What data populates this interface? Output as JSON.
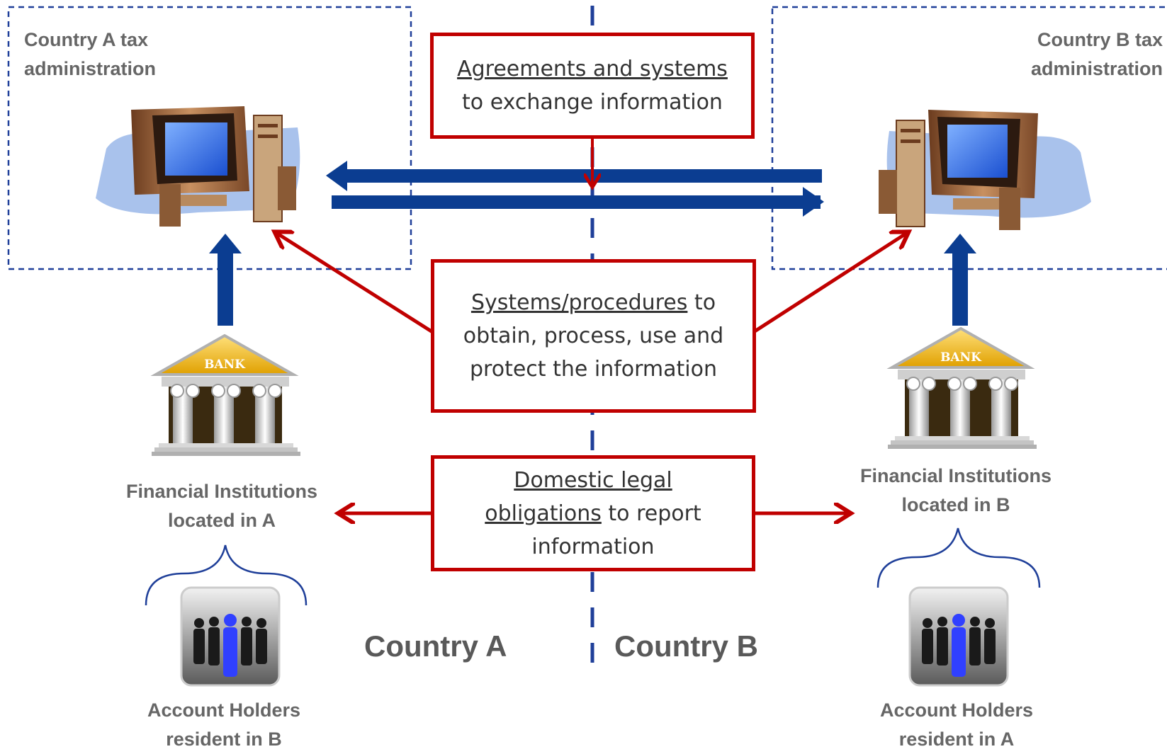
{
  "country_a_admin": {
    "line1": "Country A tax",
    "line2": "administration"
  },
  "country_b_admin": {
    "line1": "Country B tax",
    "line2": "administration"
  },
  "box_exchange": {
    "underlined": "Agreements and systems",
    "rest": "to exchange information"
  },
  "box_systems": {
    "underlined": "Systems/procedures",
    "rest1": " to",
    "rest2": "obtain, process, use and",
    "rest3": "protect the information"
  },
  "box_domestic": {
    "underlined1": "Domestic legal",
    "underlined2": "obligations",
    "rest2": " to report",
    "rest3": "information"
  },
  "fi_a": {
    "line1": "Financial Institutions",
    "line2": "located in A"
  },
  "fi_b": {
    "line1": "Financial Institutions",
    "line2": "located in B"
  },
  "holders_a": {
    "line1": "Account Holders",
    "line2": "resident in B"
  },
  "holders_b": {
    "line1": "Account Holders",
    "line2": "resident in A"
  },
  "bank_sign": "BANK",
  "country_a": "Country A",
  "country_b": "Country B",
  "colors": {
    "red": "#c00000",
    "blue": "#0b3d91",
    "dash": "#1f3f99",
    "text": "#666666"
  }
}
